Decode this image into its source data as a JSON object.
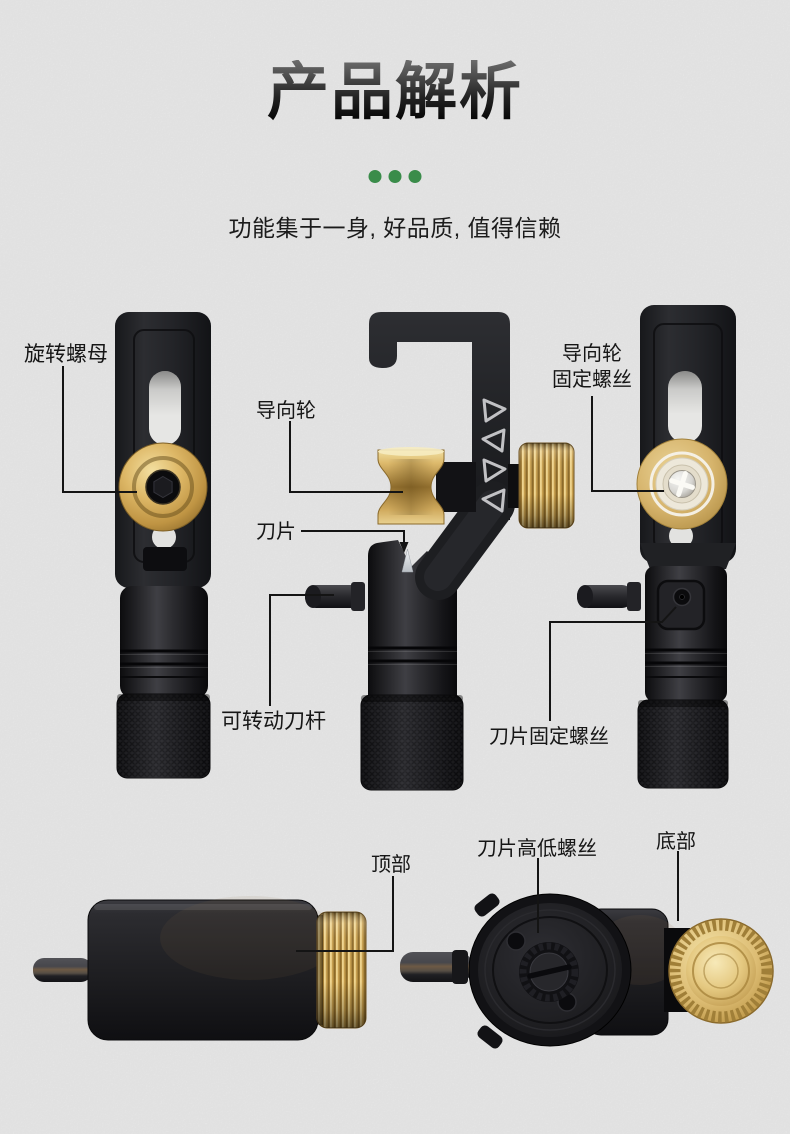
{
  "header": {
    "title": "产品解析",
    "subtitle": "功能集于一身, 好品质, 值得信赖"
  },
  "annotations": {
    "rotate_nut": "旋转螺母",
    "guide_wheel": "导向轮",
    "blade": "刀片",
    "guide_wheel_screw_line1": "导向轮",
    "guide_wheel_screw_line2": "固定螺丝",
    "rotatable_blade_rod": "可转动刀杆",
    "blade_fix_screw": "刀片固定螺丝",
    "top_view": "顶部",
    "blade_height_screw": "刀片高低螺丝",
    "bottom_view": "底部"
  },
  "colors": {
    "accent_green": "#3a8c4a",
    "background": "#ececec",
    "brass": "#d4ab5c",
    "ink": "#161616"
  }
}
